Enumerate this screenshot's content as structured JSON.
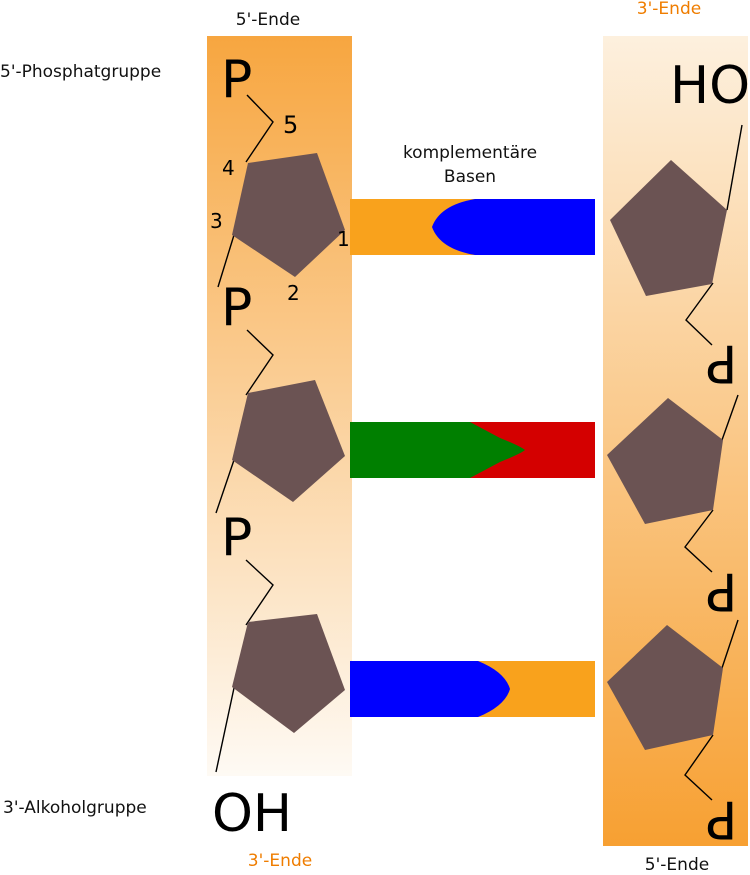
{
  "labels": {
    "left_top_end": "5'-Ende",
    "left_bottom_end": "3'-Ende",
    "right_top_end": "3'-Ende",
    "right_bottom_end": "5'-Ende",
    "phosphate_group": "5'-Phosphatgruppe",
    "alcohol_group": "3'-Alkoholgruppe",
    "complementary_bases": "komplementäre Basen"
  },
  "left_strand": {
    "phosphate_symbol": "P",
    "terminal_hydroxyl": "OH",
    "carbon_numbers": [
      "1",
      "2",
      "3",
      "4",
      "5"
    ]
  },
  "right_strand": {
    "phosphate_symbol": "P",
    "terminal_hydroxyl": "HO"
  },
  "colors": {
    "strand_dark": "#f7a640",
    "strand_light": "#fdf3e6",
    "sugar": "#6b5353",
    "base_orange": "#f9a21c",
    "base_blue": "#0000ff",
    "base_green": "#007f00",
    "base_red": "#d40000",
    "end_label": "#ef7d00"
  },
  "base_pairs": [
    {
      "left": "base_orange",
      "right": "base_blue"
    },
    {
      "left": "base_green",
      "right": "base_red"
    },
    {
      "left": "base_blue",
      "right": "base_orange"
    }
  ]
}
